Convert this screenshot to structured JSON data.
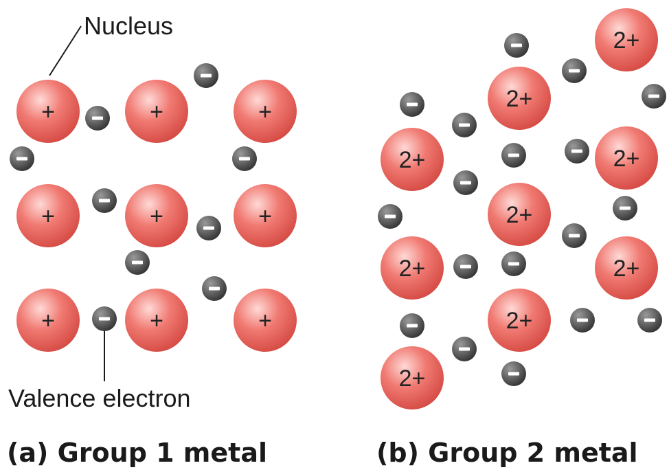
{
  "colors": {
    "nucleus_light": "#ffd9d6",
    "nucleus_mid": "#f07a72",
    "nucleus_dark": "#d2463f",
    "electron_light": "#9a9a9a",
    "electron_dark": "#2b2b2b",
    "text": "#1a1a1a"
  },
  "labels": {
    "nucleus": "Nucleus",
    "valence_electron": "Valence electron",
    "panel_a": "(a) Group 1 metal",
    "panel_b": "(b) Group 2 metal"
  },
  "panel_a": {
    "nucleus_charge": "+",
    "electron_sign": "−",
    "nucleus_count": 9,
    "electron_count": 9
  },
  "panel_b": {
    "nucleus_charge": "2+",
    "electron_sign": "−",
    "nucleus_count": 9,
    "electron_count": 18
  }
}
